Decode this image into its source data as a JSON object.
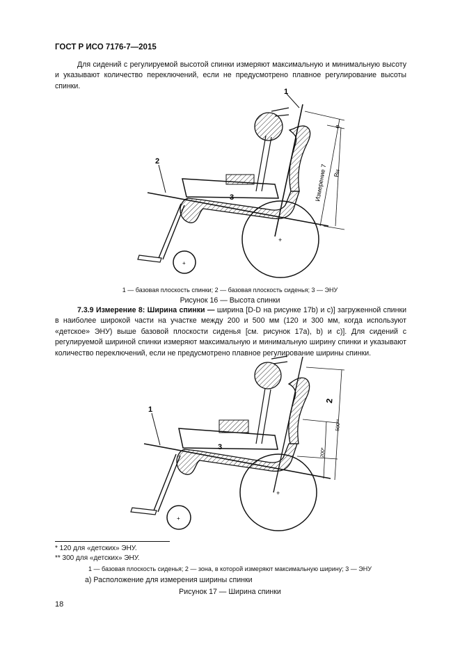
{
  "header": {
    "doc_id": "ГОСТ Р ИСО 7176-7—2015"
  },
  "para1": "Для сидений с регулируемой высотой спинки измеряют максимальную и минимальную высоту и указывают количество переключений, если не предусмотрено плавное регулирование высоты спинки.",
  "figure16": {
    "labels": {
      "n1": "1",
      "n2": "2",
      "n3": "3",
      "measure": "Измерение 7",
      "bh": "Bн",
      "e": "e"
    },
    "legend": "1 — базовая плоскость спинки; 2 — базовая плоскость сиденья; 3 — ЭНУ",
    "title": "Рисунок 16 — Высота спинки"
  },
  "section": {
    "heading": "7.3.9 Измерение 8: Ширина спинки —",
    "text": "ширина [D-D на рисунке 17b) и c)] загруженной спинки в наиболее широкой части на участке между 200 и 500 мм (120 и 300 мм, когда используют «детское» ЭНУ) выше базовой плоскости сиденья [см. рисунок 17а), b) и c)]. Для сидений с регулируемой шириной спинки измеряют максимальную и минимальную ширину спинки и указывают количество переключений, если не предусмотрено плавное регулирование ширины спинки."
  },
  "figure17": {
    "labels": {
      "n1": "1",
      "n2": "2",
      "n3": "3",
      "d500": "500**",
      "d200": "200*"
    },
    "footnote1": "* 120 для «детских» ЭНУ.",
    "footnote2": "** 300 для «детских» ЭНУ.",
    "legend": "1 — базовая плоскость сиденья; 2 — зона, в которой измеряют максимальную ширину; 3 — ЭНУ",
    "subcaption": "а) Расположение для измерения ширины спинки",
    "title": "Рисунок 17 — Ширина спинки"
  },
  "page_number": "18"
}
